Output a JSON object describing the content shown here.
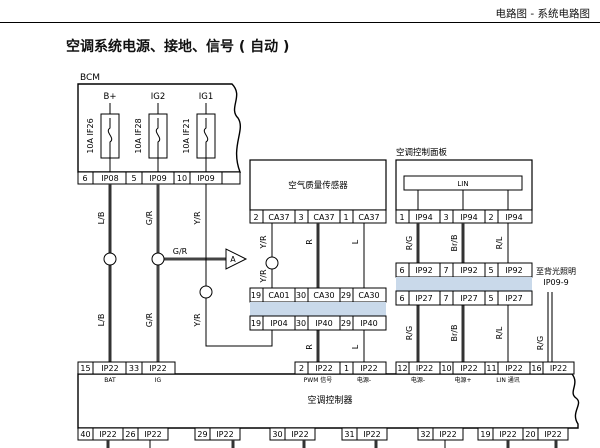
{
  "header": {
    "breadcrumb": "电路图 - 系统电路图"
  },
  "page": {
    "title": "空调系统电源、接地、信号 ( 自动 )"
  },
  "bcm": {
    "label": "BCM",
    "supplies": [
      "B+",
      "IG2",
      "IG1"
    ],
    "fuses": [
      "10A IF26",
      "10A IF28",
      "10A IF21"
    ],
    "pins": [
      {
        "num": "6",
        "conn": "IP08"
      },
      {
        "num": "5",
        "conn": "IP09"
      },
      {
        "num": "10",
        "conn": "IP09"
      }
    ]
  },
  "wires": {
    "lb": "L/B",
    "gr": "G/R",
    "yr": "Y/R",
    "r": "R",
    "l": "L",
    "rg": "R/G",
    "brb": "Br/B",
    "rl": "R/L"
  },
  "offpage": {
    "label": "A"
  },
  "sensor": {
    "label": "空气质量传感器",
    "pins": [
      {
        "num": "2",
        "conn": "CA37"
      },
      {
        "num": "3",
        "conn": "CA37"
      },
      {
        "num": "1",
        "conn": "CA37"
      }
    ]
  },
  "sensor_conn": {
    "top": [
      {
        "num": "19",
        "conn": "CA01"
      },
      {
        "num": "30",
        "conn": "CA30"
      },
      {
        "num": "29",
        "conn": "CA30"
      }
    ],
    "bottom": [
      {
        "num": "19",
        "conn": "IP04"
      },
      {
        "num": "30",
        "conn": "IP40"
      },
      {
        "num": "29",
        "conn": "IP40"
      }
    ]
  },
  "panel": {
    "label": "空调控制面板",
    "lin": "LIN",
    "pins": [
      {
        "num": "1",
        "conn": "IP94"
      },
      {
        "num": "3",
        "conn": "IP94"
      },
      {
        "num": "2",
        "conn": "IP94"
      }
    ],
    "mid_top": [
      {
        "num": "6",
        "conn": "IP92"
      },
      {
        "num": "7",
        "conn": "IP92"
      },
      {
        "num": "5",
        "conn": "IP92"
      }
    ],
    "mid_bottom": [
      {
        "num": "6",
        "conn": "IP27"
      },
      {
        "num": "7",
        "conn": "IP27"
      },
      {
        "num": "5",
        "conn": "IP27"
      }
    ]
  },
  "backlight": {
    "line1": "至背光照明",
    "line2": "IP09-9"
  },
  "controller": {
    "label": "空调控制器",
    "top_pins": [
      {
        "num": "15",
        "conn": "IP22",
        "sig": "BAT"
      },
      {
        "num": "33",
        "conn": "IP22",
        "sig": "IG"
      },
      {
        "num": "2",
        "conn": "IP22",
        "sig": "PWM 信号"
      },
      {
        "num": "1",
        "conn": "IP22",
        "sig": "电源-"
      },
      {
        "num": "12",
        "conn": "IP22",
        "sig": "电源-"
      },
      {
        "num": "10",
        "conn": "IP22",
        "sig": "电源+"
      },
      {
        "num": "11",
        "conn": "IP22",
        "sig": "LIN 通讯"
      },
      {
        "num": "16",
        "conn": "IP22",
        "sig": ""
      }
    ],
    "bottom_pins": [
      {
        "num": "40",
        "conn": "IP22"
      },
      {
        "num": "26",
        "conn": "IP22"
      },
      {
        "num": "29",
        "conn": "IP22"
      },
      {
        "num": "30",
        "conn": "IP22"
      },
      {
        "num": "31",
        "conn": "IP22"
      },
      {
        "num": "32",
        "conn": "IP22"
      },
      {
        "num": "19",
        "conn": "IP22"
      },
      {
        "num": "20",
        "conn": "IP22"
      }
    ]
  }
}
